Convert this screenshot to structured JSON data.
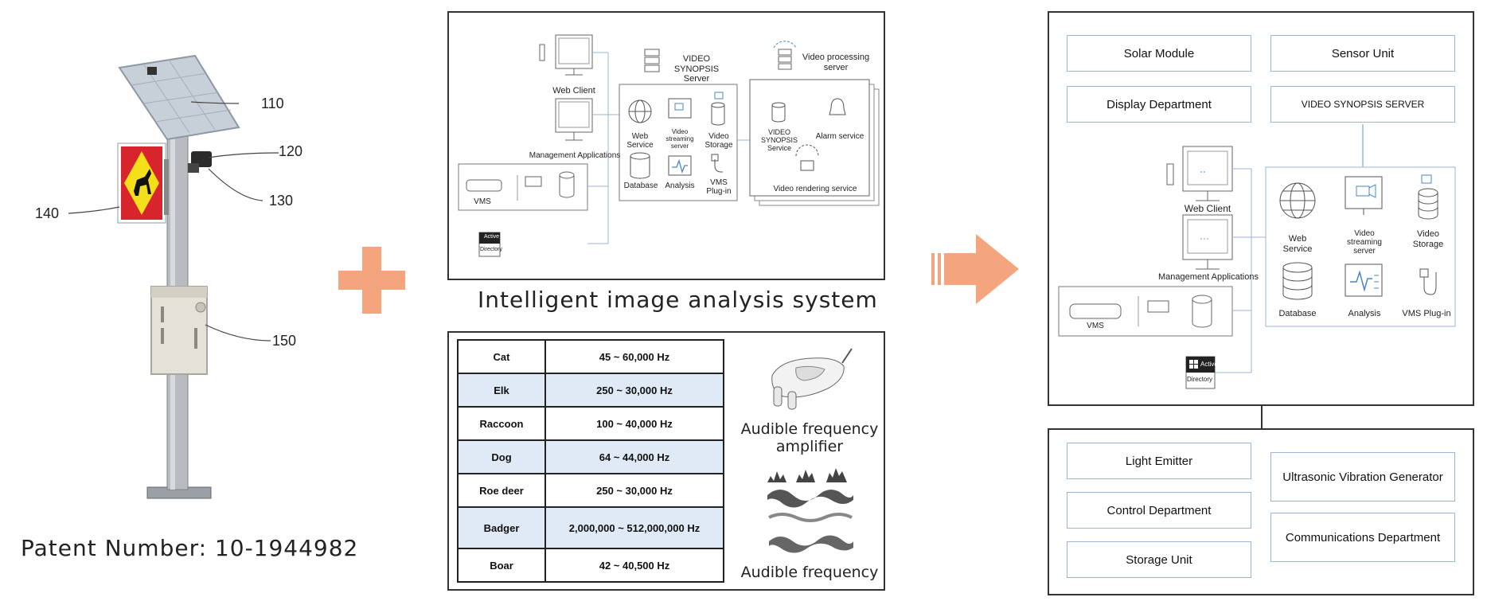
{
  "left": {
    "callouts": [
      "110",
      "120",
      "130",
      "140",
      "150"
    ],
    "caption": "Patent Number: 10-1944982"
  },
  "top_panel": {
    "caption": "Intelligent image analysis system",
    "labels": {
      "web_client": "Web Client",
      "management_apps": "Management Applications",
      "vms": "VMS",
      "vs_server_title": "VIDEO SYNOPSIS\nServer",
      "web_service": "Web\nService",
      "video_streaming": "Video\nstreaming\nserver",
      "video_storage": "Video\nStorage",
      "database": "Database",
      "analysis": "Analysis",
      "vms_plugin": "VMS\nPlug-in",
      "video_processing": "Video processing\nserver",
      "vs_service": "VIDEO SYNOPSIS\nService",
      "alarm_service": "Alarm service",
      "video_rendering": "Video rendering service",
      "active": "Active",
      "directory": "Directory"
    }
  },
  "frequency_table": {
    "rows": [
      {
        "animal": "Cat",
        "range": "45 ~ 60,000 Hz"
      },
      {
        "animal": "Elk",
        "range": "250 ~ 30,000 Hz"
      },
      {
        "animal": "Raccoon",
        "range": "100 ~ 40,000 Hz"
      },
      {
        "animal": "Dog",
        "range": "64 ~ 44,000 Hz"
      },
      {
        "animal": "Roe deer",
        "range": "250 ~ 30,000 Hz"
      },
      {
        "animal": "Badger",
        "range": "2,000,000 ~ 512,000,000 Hz"
      },
      {
        "animal": "Boar",
        "range": "42 ~ 40,500 Hz"
      }
    ],
    "amplifier_label": "Audible frequency\namplifier",
    "frequency_label": "Audible frequency"
  },
  "right_panel": {
    "solar_module": "Solar Module",
    "sensor_unit": "Sensor Unit",
    "display_department": "Display Department",
    "vs_server": "VIDEO SYNOPSIS SERVER",
    "web_client": "Web Client",
    "management_apps": "Management Applications",
    "vms": "VMS",
    "web_service": "Web\nService",
    "video_streaming": "Video\nstreaming\nserver",
    "video_storage": "Video\nStorage",
    "database": "Database",
    "analysis": "Analysis",
    "vms_plugin": "VMS Plug-in",
    "active": "Active",
    "directory": "Directory"
  },
  "bottom_panel": {
    "light_emitter": "Light Emitter",
    "control_department": "Control Department",
    "storage_unit": "Storage Unit",
    "ultrasonic": "Ultrasonic Vibration Generator",
    "communications": "Communications Department"
  },
  "colors": {
    "accent_orange": "#f4a57d",
    "box_border": "#9ab6d4",
    "sign_yellow": "#f3e01a",
    "sign_red": "#d8242c",
    "table_shade": "#dfeaf6"
  }
}
